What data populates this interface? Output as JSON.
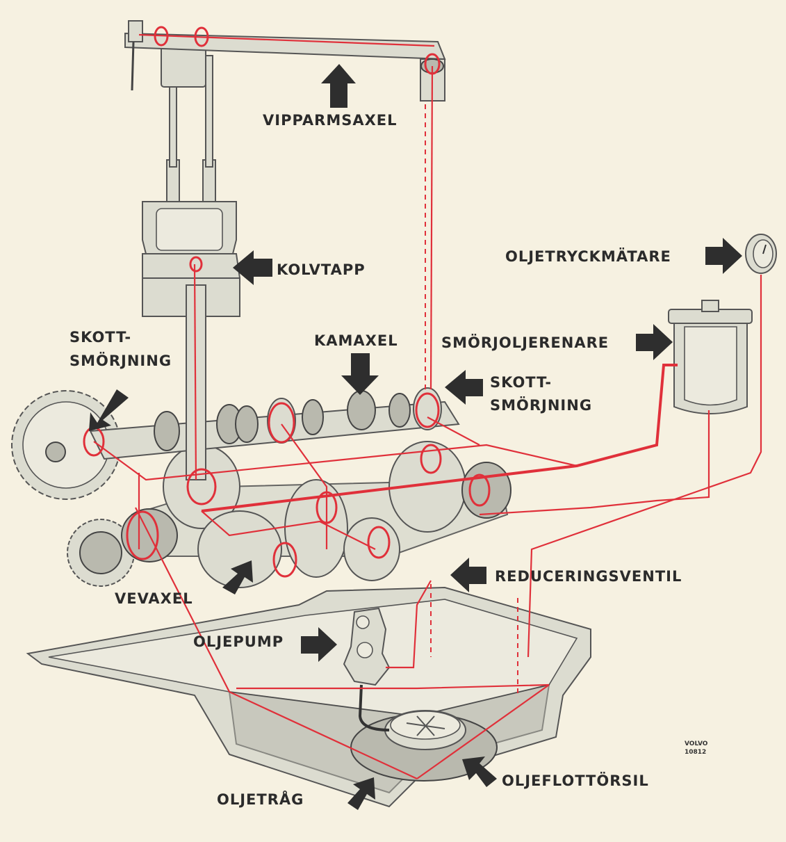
{
  "labels": {
    "vipparmsaxel": "VIPPARMSAXEL",
    "kolvtapp": "KOLVTAPP",
    "oljetryckmatare": "OLJETRYCKMÄTARE",
    "kamaxel": "KAMAXEL",
    "smorjoljerenare": "SMÖRJOLJERENARE",
    "skott_left_1": "SKOTT-",
    "skott_left_2": "SMÖRJNING",
    "skott_right_1": "SKOTT-",
    "skott_right_2": "SMÖRJNING",
    "vevaxel": "VEVAXEL",
    "reduceringsventil": "REDUCERINGSVENTIL",
    "oljepump": "OLJEPUMP",
    "oljeflottorsil": "OLJEFLOTTÖRSIL",
    "oljetrag": "OLJETRÅG",
    "volvo_1": "VOLVO",
    "volvo_2": "10812"
  },
  "colors": {
    "background": "#f6f1e1",
    "oil_line": "#e0303a",
    "arrow": "#2e2e2e",
    "text": "#2b2b2b"
  }
}
